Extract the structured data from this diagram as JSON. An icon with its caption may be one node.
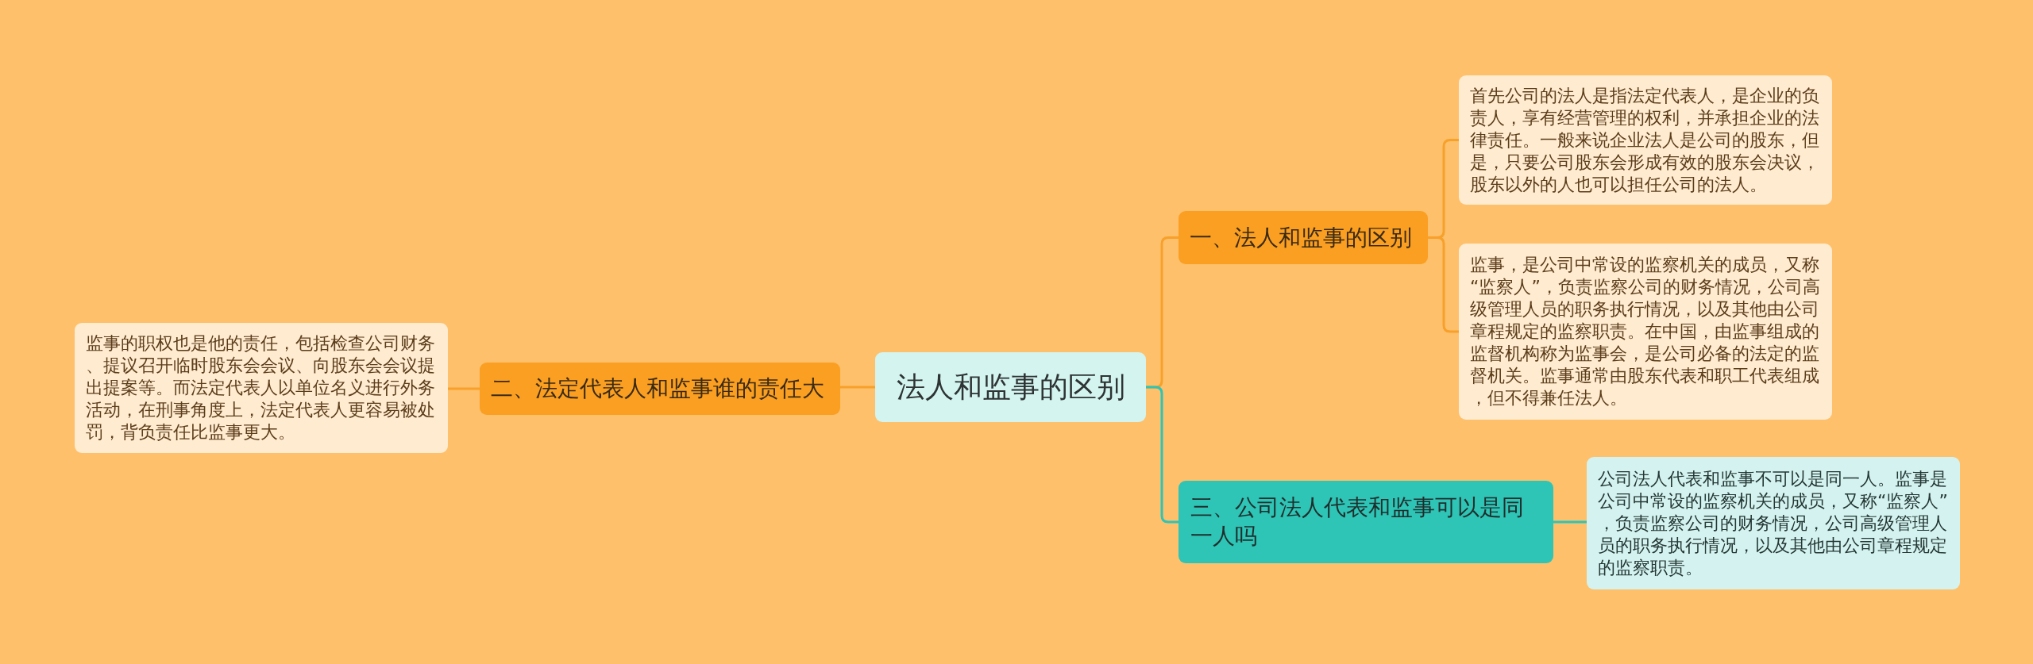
{
  "diagram": {
    "nodes": [
      {
        "text": [
          "法人和监事的区别"
        ]
      },
      {
        "text": [
          "一、法人和监事的区别"
        ]
      },
      {
        "text": [
          "首先公司的法人是指法定代表人，是企业的负责人，享有经营管理的权利，并承担企业的法律责任。一般来说企业法人是公司的股东，但是，只要公司股东会形成有效的股东会决议，股东以外的人也可以担任公司的法人。"
        ]
      },
      {
        "text": [
          "监事，是公司中常设的监察机关的成员，又称“监察人”，负责监察公司的财务情况，公司高级管理人员的职务执行情况，以及其他由公司章程规定的监察职责。在中国，由监事组成的监督机构称为监事会，是公司必备的法定的监督机关。监事通常由股东代表和职工代表组成，但不得兼任法人。"
        ]
      },
      {
        "text": [
          "二、法定代表人和监事谁的责任大"
        ]
      },
      {
        "text": [
          "监事的职权也是他的责任，包括检查公司财务、提议召开临时股东会会议、向股东会会议提出提案等。而法定代表人以单位名义进行外务活动，在刑事角度上，法定代表人更容易被处罚，背负责任比监事更大。"
        ]
      },
      {
        "text": [
          "三、公司法人代表和监事可以是同一人吗"
        ]
      },
      {
        "text": [
          "公司法人代表和监事不可以是同一人。监事是公司中常设的监察机关的成员，又称“监察人”，负责监察公司的财务情况，公司高级管理人员的职务执行情况，以及其他由公司章程规定的监察职责。"
        ]
      }
    ],
    "edges": [
      {
        "from": 0,
        "to": 1,
        "arrow": "none"
      },
      {
        "from": 1,
        "to": 2,
        "arrow": "none"
      },
      {
        "from": 1,
        "to": 3,
        "arrow": "none"
      },
      {
        "from": 0,
        "to": 4,
        "arrow": "none"
      },
      {
        "from": 4,
        "to": 5,
        "arrow": "none"
      },
      {
        "from": 0,
        "to": 6,
        "arrow": "none",
        "color": "#2ec4b6"
      },
      {
        "from": 6,
        "to": 7,
        "arrow": "none",
        "color": "#2ec4b6"
      }
    ]
  }
}
